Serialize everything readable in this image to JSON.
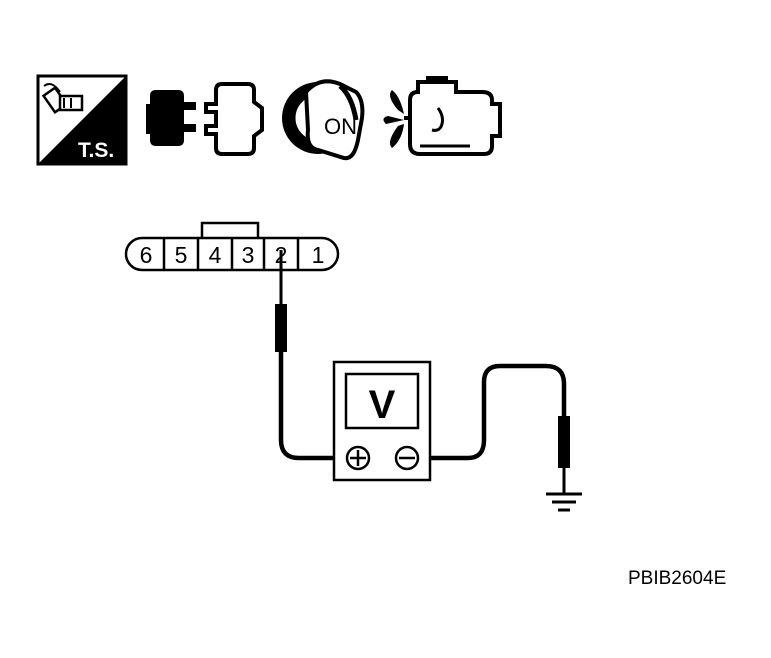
{
  "icons": {
    "ts_label": "T.S.",
    "ignition_label": "ON",
    "names": [
      "ts-icon",
      "connector-disconnect-icon",
      "ignition-key-icon",
      "engine-icon"
    ]
  },
  "connector": {
    "pins": [
      "6",
      "5",
      "4",
      "3",
      "2",
      "1"
    ]
  },
  "meter": {
    "label": "V"
  },
  "reference_code": "PBIB2604E"
}
